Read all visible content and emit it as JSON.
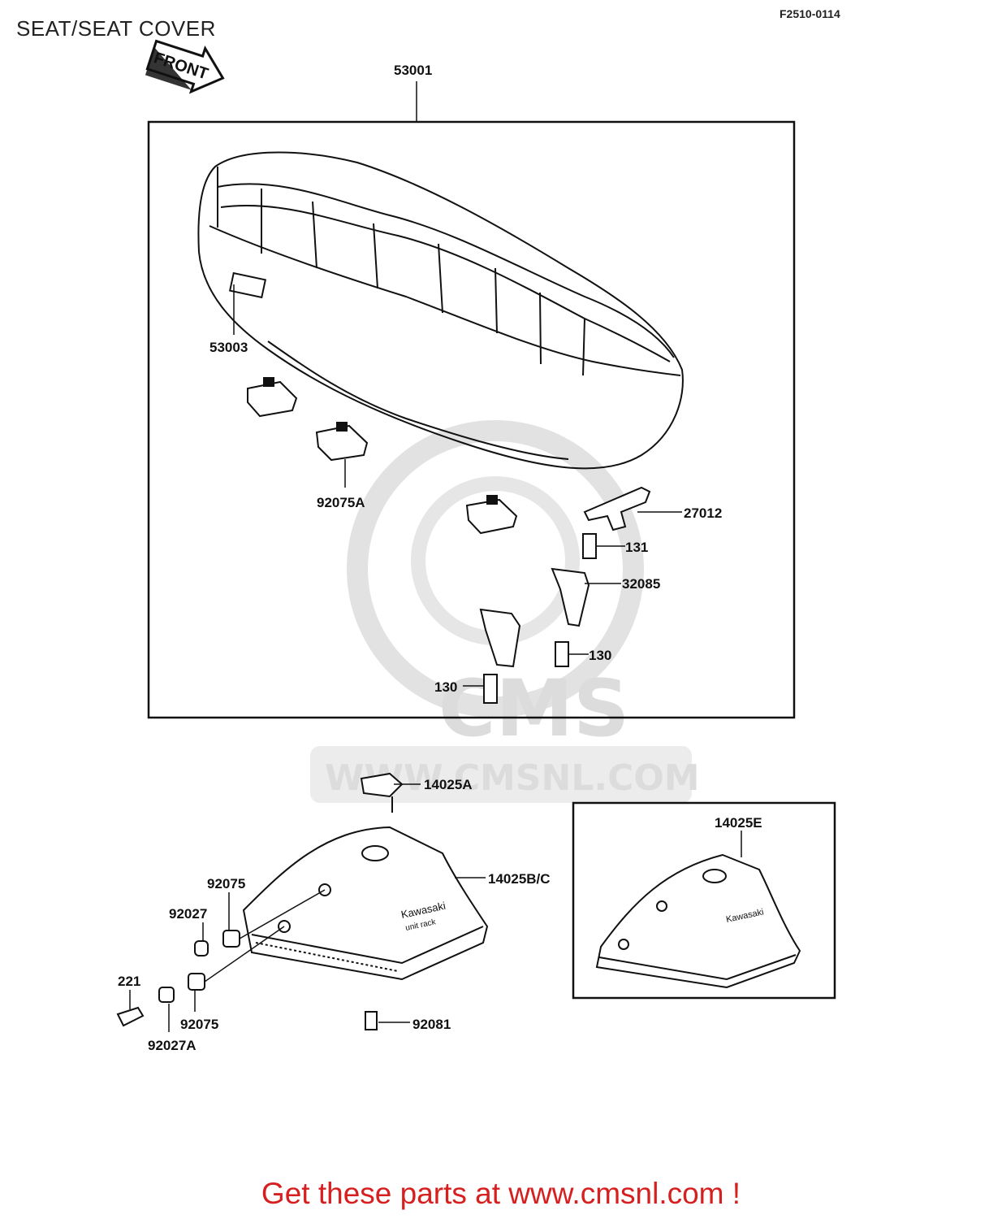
{
  "header": {
    "title": "SEAT/SEAT COVER",
    "ref_code": "F2510-0114"
  },
  "diagram": {
    "front_arrow_label": "FRONT",
    "watermark_text": "WWW.CMSNL.COM",
    "watermark_logo": "CMS",
    "badge_text": "Kawasaki",
    "badge_subtext": "unit rack",
    "parts": {
      "p53001": "53001",
      "p53003": "53003",
      "p92075A": "92075A",
      "p27012": "27012",
      "p131": "131",
      "p32085": "32085",
      "p130a": "130",
      "p130b": "130",
      "p14025A": "14025A",
      "p14025BC": "14025B/C",
      "p14025E": "14025E",
      "p92075a": "92075",
      "p92027": "92027",
      "p221": "221",
      "p92075b": "92075",
      "p92027A": "92027A",
      "p92081": "92081"
    }
  },
  "footer": {
    "cta": "Get these parts at www.cmsnl.com !"
  },
  "colors": {
    "line": "#111111",
    "watermark": "#dcdcdc",
    "footer_text": "#d61f1f"
  }
}
